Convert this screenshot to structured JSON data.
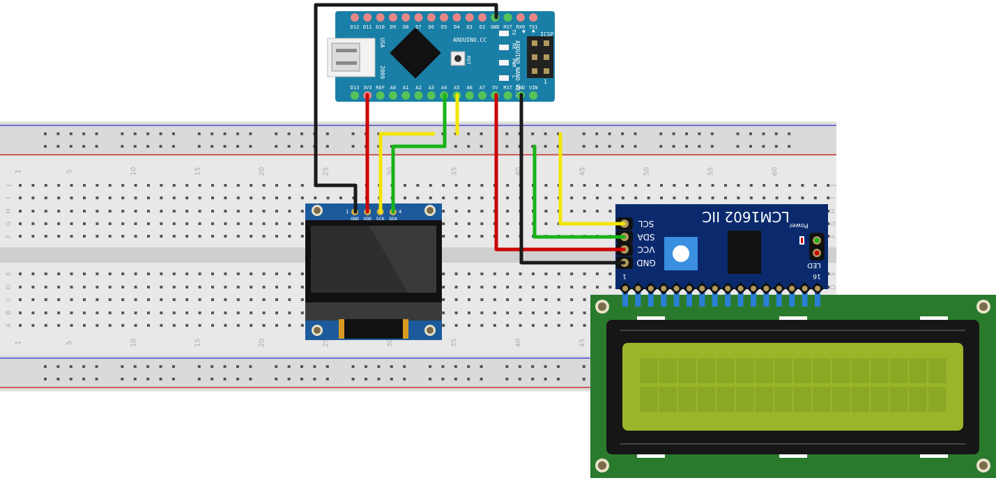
{
  "breadboard": {
    "row_letters_top": [
      "J",
      "I",
      "H",
      "G",
      "F"
    ],
    "row_letters_bottom": [
      "E",
      "D",
      "C",
      "B",
      "A"
    ],
    "column_numbers": [
      "1",
      "5",
      "10",
      "15",
      "20",
      "25",
      "30",
      "35",
      "40",
      "45",
      "50",
      "55",
      "60"
    ]
  },
  "arduino": {
    "top_pins": [
      "D12",
      "D11",
      "D10",
      "D9",
      "D8",
      "D7",
      "D6",
      "D5",
      "D4",
      "D3",
      "D2",
      "GND",
      "RST",
      "RX0",
      "TX1"
    ],
    "bottom_pins": [
      "D13",
      "3V3",
      "REF",
      "A0",
      "A1",
      "A2",
      "A3",
      "A4",
      "A5",
      "A6",
      "A7",
      "5V",
      "RST",
      "GND",
      "VIN"
    ],
    "brand": "ARDUINO.CC",
    "model": "ARDUINO NANO V3.0",
    "country": "USA",
    "year": "2009",
    "icsp": "ICSP",
    "rst_button": "RST",
    "leds": [
      "TX",
      "RX",
      "PWR",
      "L"
    ],
    "icsp_index": "1"
  },
  "oled": {
    "pins": [
      "GND",
      "VDD",
      "SCK",
      "SDA"
    ],
    "pin_first": "1",
    "pin_last": "4"
  },
  "i2c_backpack": {
    "title": "LCM1602 IIC",
    "pins": [
      "SCL",
      "SDA",
      "VCC",
      "GND"
    ],
    "power_label": "Power",
    "led_label": "LED",
    "header_first": "1",
    "header_last": "16"
  },
  "lcd": {
    "columns": 16,
    "rows": 2,
    "pins": 16
  },
  "colors": {
    "wire_red": "#cc0000",
    "wire_black": "#1a1a1a",
    "wire_yellow": "#f2e600",
    "wire_green": "#17b317",
    "nano_blue": "#1a7fa6",
    "lcd_pcb": "#2a7a2e",
    "lcd_screen": "#9ab52a",
    "backpack_blue": "#0b2a6e",
    "oled_blue": "#1c5a9c"
  }
}
